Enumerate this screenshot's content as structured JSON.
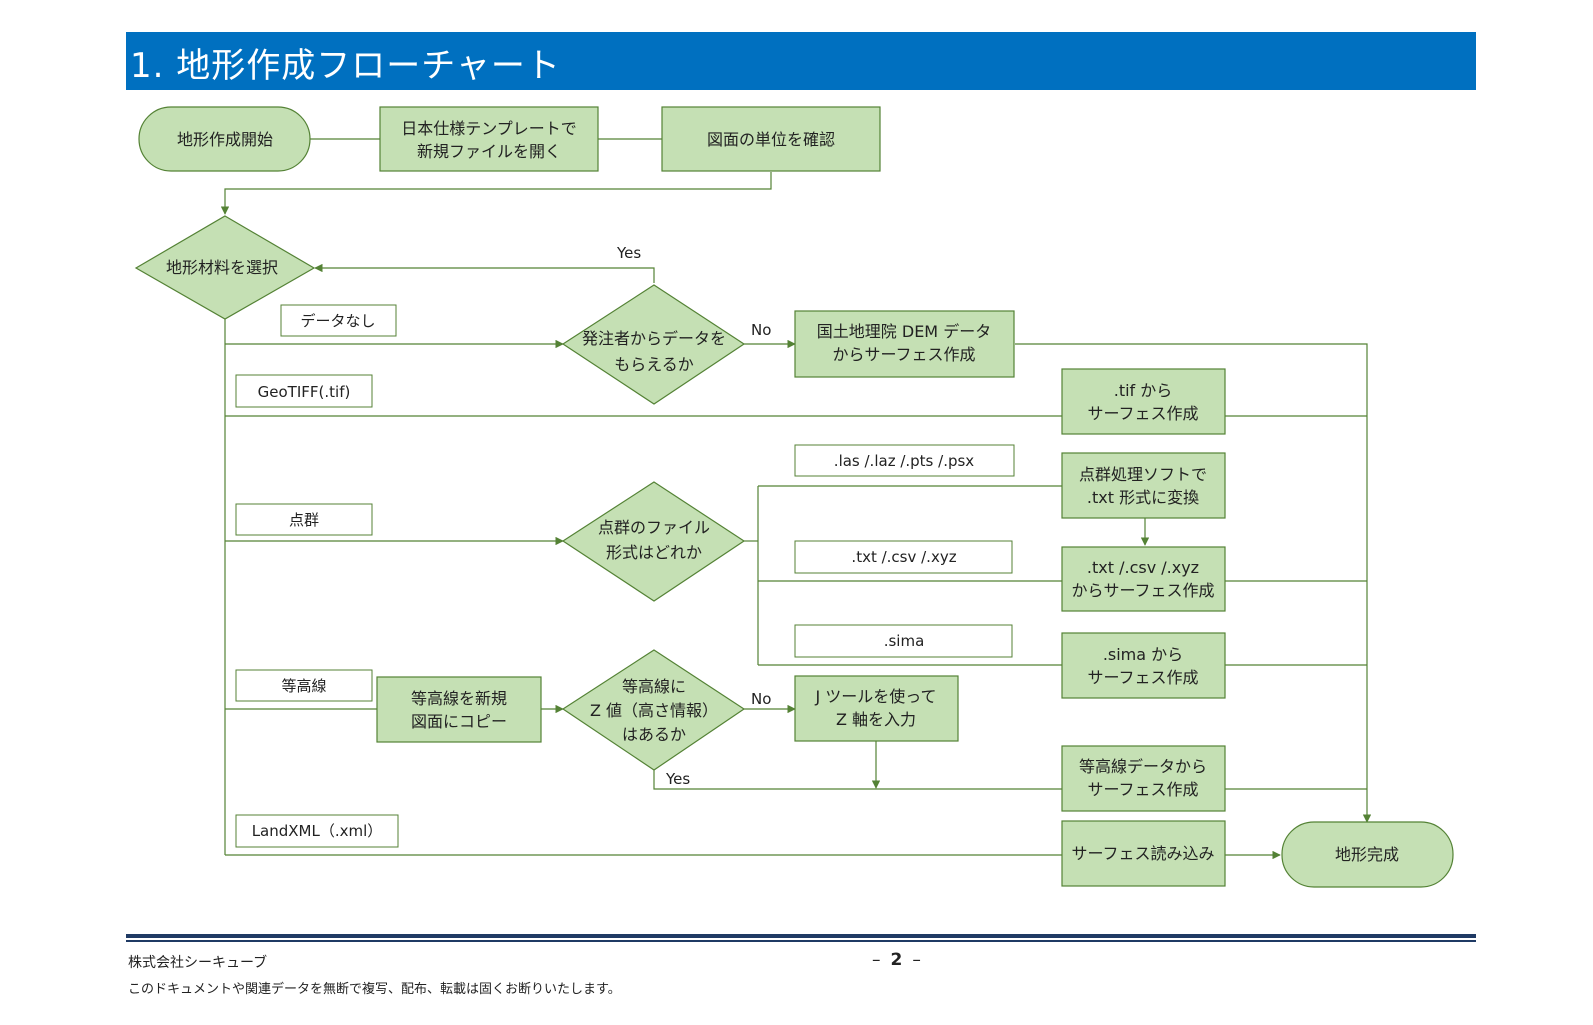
{
  "title": "1.  地形作成フローチャート",
  "colors": {
    "title_bar": "#0070c0",
    "node_fill": "#c5e0b4",
    "node_stroke": "#548235",
    "line": "#548235",
    "footer_rule": "#1f3a64"
  },
  "nodes": {
    "start": "地形作成開始",
    "open_template_1": "日本仕様テンプレートで",
    "open_template_2": "新規ファイルを開く",
    "check_units": "図面の単位を確認",
    "select_material": "地形材料を選択",
    "client_data_1": "発注者からデータを",
    "client_data_2": "もらえるか",
    "gsi_dem_1": "国土地理院 DEM データ",
    "gsi_dem_2": "からサーフェス作成",
    "tif_surface_1": ".tif から",
    "tif_surface_2": "サーフェス作成",
    "pointcloud_convert_1": "点群処理ソフトで",
    "pointcloud_convert_2": ".txt 形式に変換",
    "pointcloud_format_1": "点群のファイル",
    "pointcloud_format_2": "形式はどれか",
    "txt_surface_1": ".txt /.csv /.xyz",
    "txt_surface_2": "からサーフェス作成",
    "sima_surface_1": ".sima から",
    "sima_surface_2": "サーフェス作成",
    "copy_contour_1": "等高線を新規",
    "copy_contour_2": "図面にコピー",
    "z_value_1": "等高線に",
    "z_value_2": "Z 値（高さ情報）",
    "z_value_3": "はあるか",
    "j_tool_1": "J ツールを使って",
    "j_tool_2": "Z 軸を入力",
    "contour_surface_1": "等高線データから",
    "contour_surface_2": "サーフェス作成",
    "load_surface": "サーフェス読み込み",
    "end": "地形完成"
  },
  "labels": {
    "no_data": "データなし",
    "geotiff": "GeoTIFF(.tif)",
    "pointcloud": "点群",
    "contour": "等高線",
    "landxml": "LandXML（.xml）",
    "las_formats": ".las /.laz /.pts /.psx",
    "txt_formats": ".txt /.csv /.xyz",
    "sima": ".sima",
    "yes": "Yes",
    "no": "No"
  },
  "footer": {
    "company": "株式会社シーキューブ",
    "dash_left": "–",
    "page": "2",
    "dash_right": "–",
    "notice": "このドキュメントや関連データを無断で複写、配布、転載は固くお断りいたします。"
  }
}
